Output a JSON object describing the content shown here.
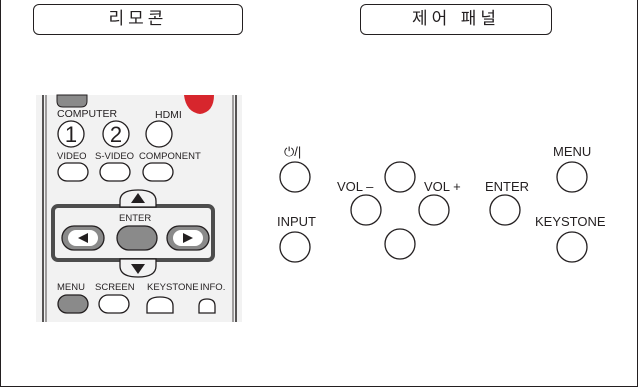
{
  "headers": {
    "remote": "리모콘",
    "panel": "제어 패널"
  },
  "remote": {
    "labels": {
      "computer": "COMPUTER",
      "hdmi": "HDMI",
      "video": "VIDEO",
      "svideo": "S-VIDEO",
      "component": "COMPONENT",
      "enter": "ENTER",
      "menu": "MENU",
      "screen": "SCREEN",
      "keystone": "KEYSTONE",
      "info": "INFO."
    },
    "digits": {
      "one": "1",
      "two": "2"
    },
    "colors": {
      "power_red": "#d7262d",
      "shaded_button": "#8a8a8a",
      "body": "#f2f2f2"
    }
  },
  "panel": {
    "labels": {
      "power": "⏻/|",
      "input": "INPUT",
      "vol_minus": "VOL –",
      "vol_plus": "VOL +",
      "enter": "ENTER",
      "menu": "MENU",
      "keystone": "KEYSTONE"
    }
  }
}
